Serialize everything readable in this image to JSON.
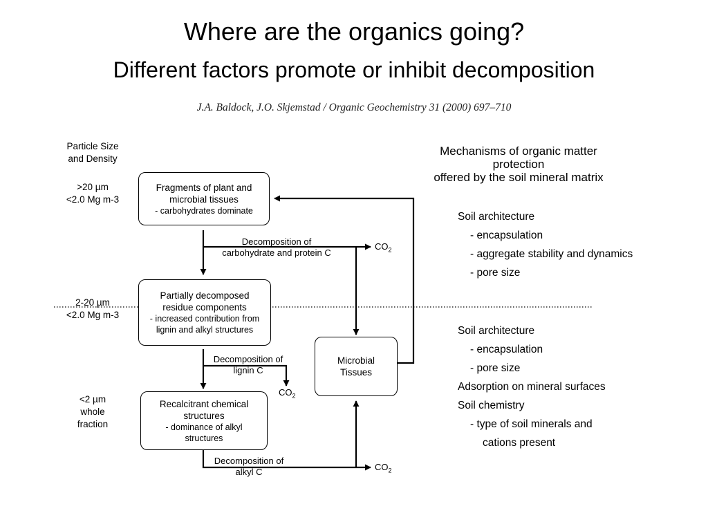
{
  "slide": {
    "title": "Where are the organics going?",
    "subtitle": "Different factors promote or inhibit decomposition",
    "citation": "J.A. Baldock, J.O. Skjemstad / Organic Geochemistry 31 (2000) 697–710"
  },
  "size_column": {
    "header": [
      "Particle Size",
      "and Density"
    ],
    "fraction1": [
      ">20 µm",
      "<2.0 Mg m-3"
    ],
    "fraction2": [
      "2-20 µm",
      "<2.0 Mg m-3"
    ],
    "fraction3": [
      "<2 µm",
      "whole",
      "fraction"
    ]
  },
  "boxes": {
    "fragments": {
      "lines": [
        "Fragments of plant and",
        "microbial tissues"
      ],
      "sub": "- carbohydrates dominate"
    },
    "partial": {
      "lines": [
        "Partially decomposed",
        "residue components"
      ],
      "sub": [
        "- increased contribution from",
        "lignin and alkyl structures"
      ]
    },
    "recalcitrant": {
      "lines": [
        "Recalcitrant chemical",
        "structures"
      ],
      "sub": [
        "- dominance of alkyl",
        "structures"
      ]
    },
    "microbial": {
      "lines": [
        "Microbial",
        "Tissues"
      ]
    }
  },
  "labels": {
    "decomp1": [
      "Decomposition of",
      "carbohydrate and protein C"
    ],
    "decomp2": [
      "Decomposition of",
      "lignin C"
    ],
    "decomp3": [
      "Decomposition of",
      "alkyl C"
    ],
    "co2": "CO",
    "co2_sub": "2"
  },
  "mechanisms": {
    "title": [
      "Mechanisms of organic matter",
      "protection",
      "offered by the soil mineral matrix"
    ],
    "group1": [
      {
        "text": "Soil architecture",
        "indent": 0
      },
      {
        "text": "- encapsulation",
        "indent": 1
      },
      {
        "text": "- aggregate stability and dynamics",
        "indent": 1
      },
      {
        "text": "- pore size",
        "indent": 1
      }
    ],
    "group2": [
      {
        "text": "Soil architecture",
        "indent": 0
      },
      {
        "text": "- encapsulation",
        "indent": 1
      },
      {
        "text": "- pore size",
        "indent": 1
      },
      {
        "text": "Adsorption on mineral surfaces",
        "indent": 0
      },
      {
        "text": "Soil chemistry",
        "indent": 0
      },
      {
        "text": "- type of soil minerals and",
        "indent": 1
      },
      {
        "text": "cations present",
        "indent": 2
      }
    ]
  }
}
